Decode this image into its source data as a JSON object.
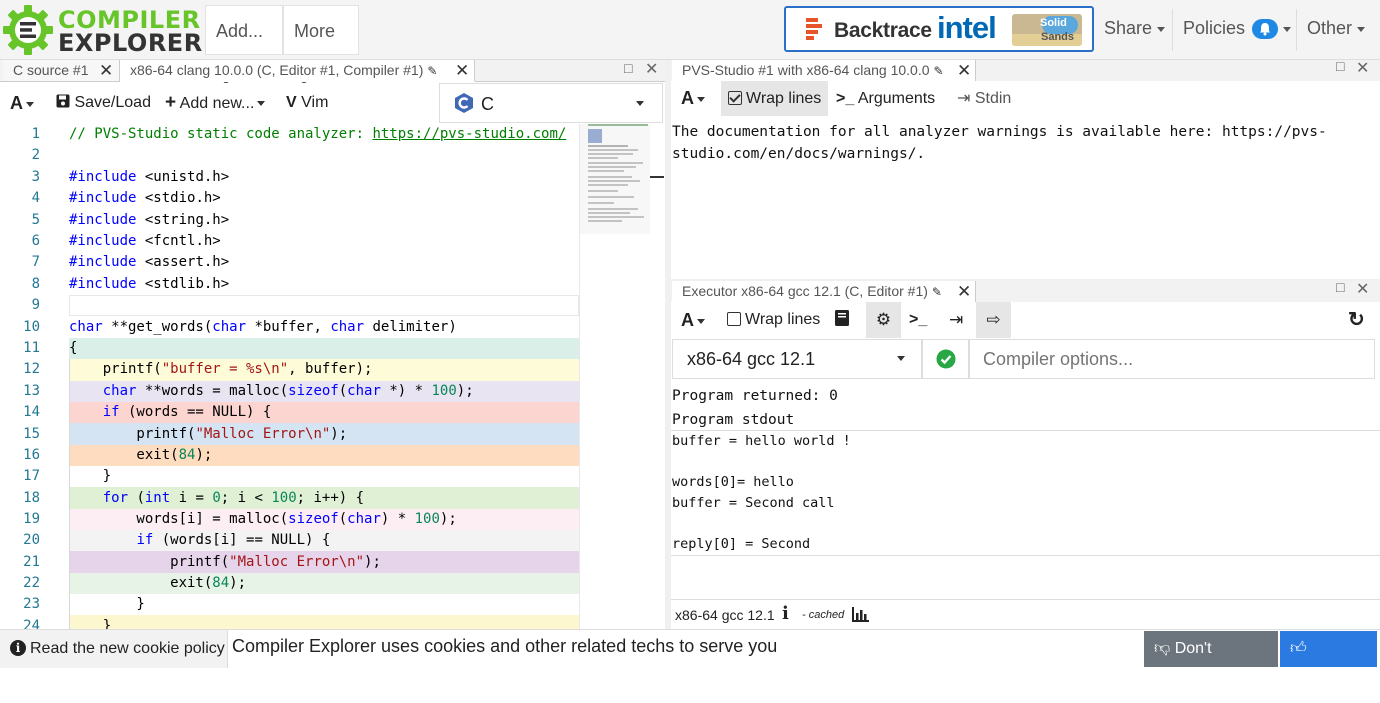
{
  "nav": {
    "logo_line1": "COMPILER",
    "logo_line2": "EXPLORER",
    "add_label": "Add...",
    "more_label": "More",
    "sponsor_backtrace": "Backtrace",
    "sponsor_intel": "intel",
    "sponsor_solid": "Solid",
    "sponsor_sands": "Sands",
    "share_label": "Share",
    "policies_label": "Policies",
    "other_label": "Other"
  },
  "editor": {
    "tabs": [
      {
        "label": "C source #1"
      },
      {
        "label": "x86-64 clang 10.0.0 (C, Editor #1, Compiler #1)"
      }
    ],
    "toolbar": {
      "font_label": "A",
      "save_load": "Save/Load",
      "add_new": "Add new...",
      "vim": "Vim",
      "language": "C"
    },
    "lines": [
      {
        "n": "1"
      },
      {
        "n": "2"
      },
      {
        "n": "3"
      },
      {
        "n": "4"
      },
      {
        "n": "5"
      },
      {
        "n": "6"
      },
      {
        "n": "7"
      },
      {
        "n": "8"
      },
      {
        "n": "9"
      },
      {
        "n": "10"
      },
      {
        "n": "11"
      },
      {
        "n": "12"
      },
      {
        "n": "13"
      },
      {
        "n": "14"
      },
      {
        "n": "15"
      },
      {
        "n": "16"
      },
      {
        "n": "17"
      },
      {
        "n": "18"
      },
      {
        "n": "19"
      },
      {
        "n": "20"
      },
      {
        "n": "21"
      },
      {
        "n": "22"
      },
      {
        "n": "23"
      },
      {
        "n": "24"
      }
    ],
    "code": {
      "l1a": "// PVS-Studio static code analyzer: ",
      "l1b": "https://pvs-studio.com/",
      "l3": "#include <unistd.h>",
      "l4": "#include <stdio.h>",
      "l5": "#include <string.h>",
      "l6": "#include <fcntl.h>",
      "l7": "#include <assert.h>",
      "l8": "#include <stdlib.h>",
      "l10": "char **get_words(char *buffer, char delimiter)",
      "l11": "{",
      "l12": "    printf(\"buffer = %s\\n\", buffer);",
      "l13": "    char **words = malloc(sizeof(char *) * 100);",
      "l14": "    if (words == NULL) {",
      "l15": "        printf(\"Malloc Error\\n\");",
      "l16": "        exit(84);",
      "l17": "    }",
      "l18": "    for (int i = 0; i < 100; i++) {",
      "l19": "        words[i] = malloc(sizeof(char) * 100);",
      "l20": "        if (words[i] == NULL) {",
      "l21": "            printf(\"Malloc Error\\n\");",
      "l22": "            exit(84);",
      "l23": "        }",
      "l24": "    }"
    }
  },
  "pvs": {
    "tab_label": "PVS-Studio #1 with x86-64 clang 10.0.0",
    "wrap_lines": "Wrap lines",
    "arguments": "Arguments",
    "stdin": "Stdin",
    "output_line1": "The documentation for all analyzer warnings is available here: https://pvs-",
    "output_line2": "studio.com/en/docs/warnings/."
  },
  "executor": {
    "tab_label": "Executor x86-64 gcc 12.1 (C, Editor #1)",
    "wrap_lines": "Wrap lines",
    "compiler": "x86-64 gcc 12.1",
    "options_placeholder": "Compiler options...",
    "returned": "Program returned: 0",
    "stdout_header": "Program stdout",
    "stdout": [
      "buffer = hello world !",
      "",
      "words[0]= hello",
      "buffer = Second call",
      "",
      "reply[0] = Second"
    ],
    "footer_compiler": "x86-64 gcc 12.1",
    "footer_cached": "- cached"
  },
  "cookie": {
    "policy_link": "Read the new cookie policy",
    "message": "Compiler Explorer uses cookies and other related techs to serve you",
    "dont_consent": "Don't consent",
    "consent": "Consent"
  },
  "colors": {
    "accent_green": "#67c52a",
    "consent_blue": "#2a7ae2",
    "dont_consent_gray": "#6c757d",
    "badge_blue": "#1e88e5"
  }
}
